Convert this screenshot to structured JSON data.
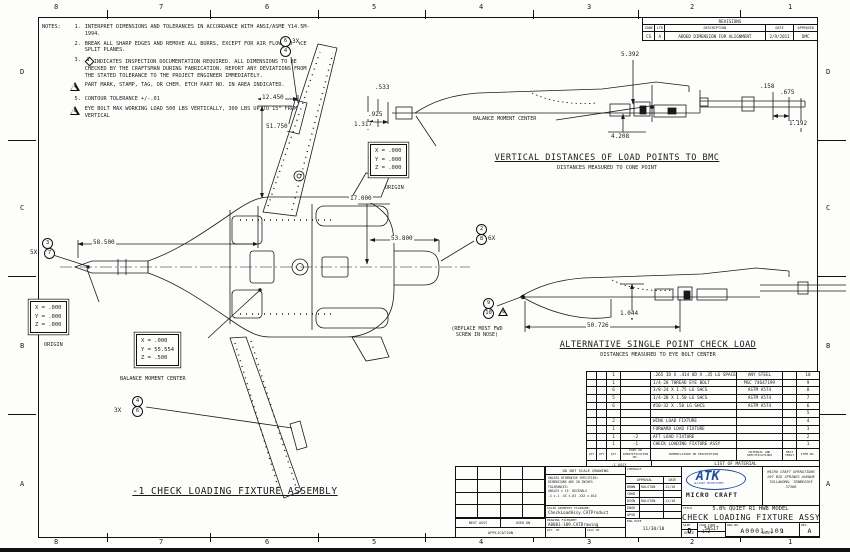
{
  "sheet": {
    "zones_h": [
      "8",
      "7",
      "6",
      "5",
      "4",
      "3",
      "2",
      "1"
    ],
    "zones_v": [
      "D",
      "C",
      "B",
      "A"
    ]
  },
  "colors": {
    "line": "#1a1a1a",
    "atk_blue": "#1b4f9e"
  },
  "notes": {
    "label": "NOTES:",
    "items": [
      {
        "num": "1",
        "flag": false,
        "sym": "",
        "text": "INTERPRET DIMENSIONS AND TOLERANCES IN ACCORDANCE WITH ANSI/ASME Y14.5M-1994."
      },
      {
        "num": "2",
        "flag": false,
        "sym": "",
        "text": "BREAK ALL SHARP EDGES AND REMOVE ALL BURRS, EXCEPT FOR AIR FLOW SURFACE SPLIT PLANES."
      },
      {
        "num": "3",
        "flag": false,
        "sym": "I",
        "text": "INDICATES INSPECTION DOCUMENTATION REQUIRED.  ALL DIMENSIONS TO BE CHECKED BY THE CRAFTSMAN DURING FABRICATION.  REPORT ANY DEVIATIONS FROM THE STATED TOLERANCE TO THE PROJECT ENGINEER IMMEDIATELY."
      },
      {
        "num": "4",
        "flag": true,
        "sym": "",
        "text": "PART MARK, STAMP, TAG, OR CHEM. ETCH PART NO. IN AREA INDICATED."
      },
      {
        "num": "5",
        "flag": false,
        "sym": "",
        "text": "CONTOUR TOLERANCE +/-.01"
      },
      {
        "num": "6",
        "flag": true,
        "sym": "",
        "text": "EYE BOLT MAX WORKING LOAD 500 LBS VERTICALLY, 300 LBS UP TO 15° FROM VERTICAL"
      }
    ]
  },
  "revisions": {
    "title": "REVISIONS",
    "headers": [
      "ZONE",
      "LTR",
      "DESCRIPTION",
      "DATE",
      "APPROVED"
    ],
    "rows": [
      [
        "CS",
        "A",
        "ADDED DIMENSION FOR ALIGNMENT",
        "2/9/2011",
        "DMC"
      ]
    ]
  },
  "plan": {
    "dim_58500": "58.500",
    "dim_12450": "12.450",
    "dim_51750": "51.750",
    "dim_17000": "17.000",
    "dim_53800": "53.800",
    "callout_top": {
      "qty": "3X",
      "b1": "6",
      "b2": "4"
    },
    "callout_nose": {
      "qty": "5X",
      "b1": "3",
      "b2": "7"
    },
    "callout_aft": {
      "qty": "6X",
      "b1": "2",
      "b2": "8"
    },
    "callout_lower": {
      "qty": "3X",
      "b1": "4",
      "b2": "6"
    },
    "origin_box": {
      "r1": "X = .000",
      "r2": "Y = .000",
      "r3": "Z = .000",
      "label": "ORIGIN"
    },
    "bmc_box": {
      "r1": "X = .000",
      "r2": "Y = 55.554",
      "r3": "Z = .500",
      "label": "BALANCE MOMENT CENTER"
    },
    "title": "-1 CHECK LOADING FIXTURE ASSEMBLY"
  },
  "side_top": {
    "d533": ".533",
    "d925": ".925",
    "d1317": "1.317",
    "d5392": "5.392",
    "d4208": "4.208",
    "d158": ".158",
    "d675": ".675",
    "d1192": "1.192",
    "bmc_label": "BALANCE MOMENT CENTER",
    "origin_box": {
      "r1": "X = .000",
      "r2": "Y = .000",
      "r3": "Z = .000",
      "label": "ORIGIN"
    },
    "title": "VERTICAL DISTANCES OF LOAD POINTS TO BMC",
    "subtitle": "DISTANCES MEASURED TO CONE POINT"
  },
  "side_alt": {
    "d1044": "1.044",
    "d50726": "50.726",
    "callout": {
      "b1": "9",
      "b2": "10",
      "tri": "6"
    },
    "note": "(REPLACE MOST FWD SCREW IN NOSE)",
    "title": "ALTERNATIVE SINGLE POINT CHECK LOAD",
    "subtitle": "DISTANCES MEASURED TO EYE BOLT CENTER"
  },
  "parts_list": {
    "headers": [
      "QTY",
      "QTY",
      "QTY",
      "PART OR IDENTIFICATION NO.",
      "NOMENCLATURE OR DESCRIPTION",
      "MATERIAL AND SPECIFICATIONS",
      "HEAT TREAT",
      "ITEM NO."
    ],
    "rows": [
      {
        "qty": "1",
        "part": "",
        "desc": ".265 ID X .414 OD X .35 LG SPACER",
        "mat": "ANY STEEL",
        "heat": "",
        "item": "10"
      },
      {
        "qty": "1",
        "part": "",
        "desc": "1/4-28 THREAD EYE BOLT",
        "mat": "MSC 74647199",
        "heat": "",
        "item": "9"
      },
      {
        "qty": "6",
        "part": "",
        "desc": "3/8-24 X 1.75 LG  SHCS",
        "mat": "ASTM A574",
        "heat": "",
        "item": "8"
      },
      {
        "qty": "5",
        "part": "",
        "desc": "1/4-28 X 1.50 LG SHCS",
        "mat": "ASTM A574",
        "heat": "",
        "item": "7"
      },
      {
        "qty": "6",
        "part": "",
        "desc": "#10-32 X .50 LG SHCS",
        "mat": "ASTM A574",
        "heat": "",
        "item": "6"
      },
      {
        "qty": "",
        "part": "",
        "desc": "",
        "mat": "",
        "heat": "",
        "item": "5"
      },
      {
        "qty": "2",
        "part": "",
        "desc": "WING LOAD FIXTURE",
        "mat": "",
        "heat": "",
        "item": "4"
      },
      {
        "qty": "1",
        "part": "",
        "desc": "FORWARD LOAD FIXTURE",
        "mat": "",
        "heat": "",
        "item": "3"
      },
      {
        "qty": "1",
        "part": "-2",
        "desc": "AFT LOAD FIXTURE",
        "mat": "",
        "heat": "",
        "item": "2"
      },
      {
        "qty": "1",
        "part": "-1",
        "desc": "CHECK LOADING FIXTURE ASSY",
        "mat": "",
        "heat": "",
        "item": "1"
      }
    ],
    "footer": {
      "dash": "-1 ASSY",
      "title": "LIST OF MATERIAL"
    }
  },
  "title_block": {
    "do_not_scale": "DO NOT SCALE DRAWING",
    "contract_label": "CONTRACT",
    "contract_no": "A0001",
    "tol_lines": [
      "UNLESS OTHERWISE SPECIFIED:",
      "DIMENSIONS ARE IN INCHES",
      "TOLERANCES:",
      "ANGLES ± 15'   DECIMALS",
      ".X ±.1   .XX ±.03   .XXX ±.010"
    ],
    "solid_label": "SOLID GEOMETRY FILENAME:",
    "solid_file": "CheckLoadAssy.CATProduct",
    "drawing_label": "DRAWING FILENAME:",
    "drawing_file": "A0001-109.CATDrawing",
    "act_wt": "ACT. WT",
    "calc_wt": "CALC WT",
    "next_assy": "NEXT ASSY",
    "used_on": "USED ON",
    "application": "APPLICATION",
    "approvals": {
      "headers": [
        "APPROVAL",
        "DATE"
      ],
      "rows": [
        {
          "role": "DRWN",
          "name": "RALSTON",
          "date": "11/10"
        },
        {
          "role": "CHKD",
          "name": "",
          "date": ""
        },
        {
          "role": "DSGN",
          "name": "RALSTON",
          "date": "11/10"
        },
        {
          "role": "ENGR",
          "name": "",
          "date": ""
        },
        {
          "role": "APVD",
          "name": "",
          "date": ""
        }
      ],
      "eng_date_label": "ENG DATE",
      "eng_date": "11/30/10"
    },
    "company": {
      "logo_text": "ATK",
      "logo_sub": "ALLIANT TECHSYSTEMS",
      "brand": "MICRO CRAFT",
      "addr1": "MICRO CRAFT OPERATIONS",
      "addr2": "207 BIG SPRINGS AVENUE",
      "addr3": "TULLAHOMA, TENNESSEE  37388"
    },
    "title_label": "TITLE",
    "title_line1": "5.8% QUIET R1 HWB MODEL",
    "title_line2": "CHECK LOADING FIXTURE ASSY",
    "size_label": "SIZE",
    "size": "D",
    "cage_label": "CAGE CODE",
    "cage": "5AS17",
    "dwg_label": "DWG NO.",
    "dwg": "A0001-109",
    "rev_label": "REV.",
    "rev": "A",
    "scale_label": "SCALE",
    "scale": "1:2",
    "sheet_label": "SHEET",
    "sheet": "1"
  }
}
